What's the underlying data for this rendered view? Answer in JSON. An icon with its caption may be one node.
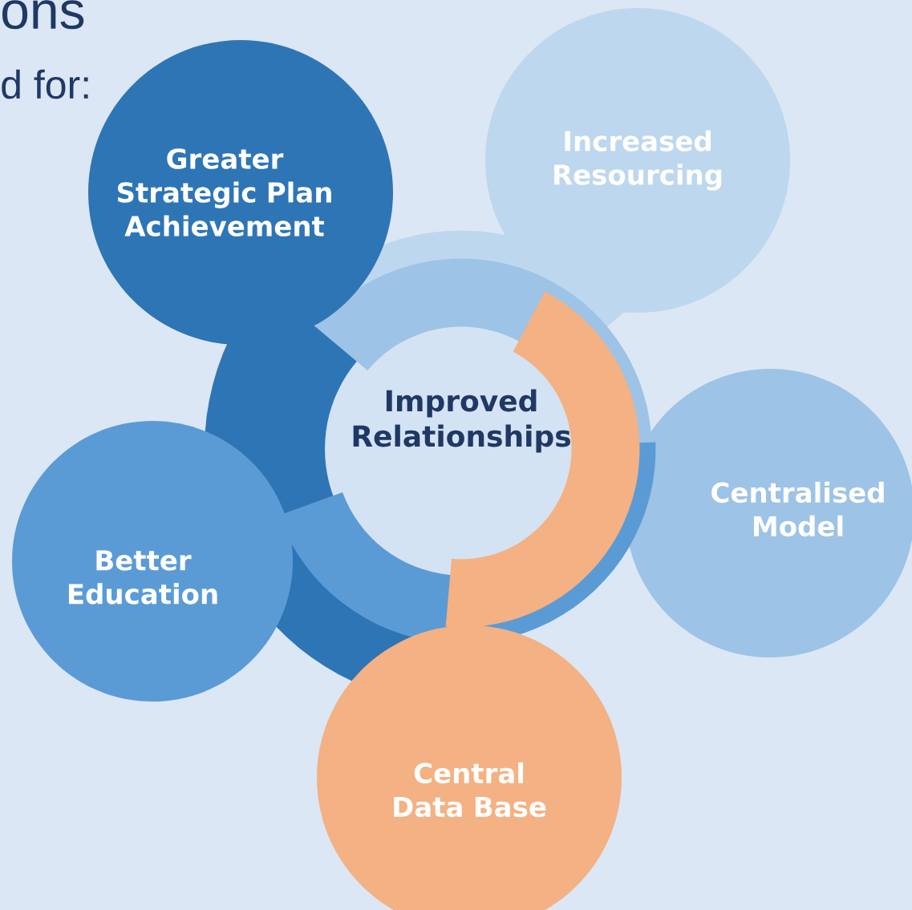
{
  "diagram": {
    "nodes": [
      {
        "text": [
          "Greater Strategic Plan Achievement"
        ]
      },
      {
        "text": [
          "Increased Resourcing"
        ]
      },
      {
        "text": [
          "Centralised Model"
        ]
      },
      {
        "text": [
          "Central Data Base"
        ]
      },
      {
        "text": [
          "Better Education"
        ]
      },
      {
        "text": [
          "Improved Relationships"
        ]
      }
    ],
    "labels": [
      "ons",
      "d for:"
    ]
  }
}
